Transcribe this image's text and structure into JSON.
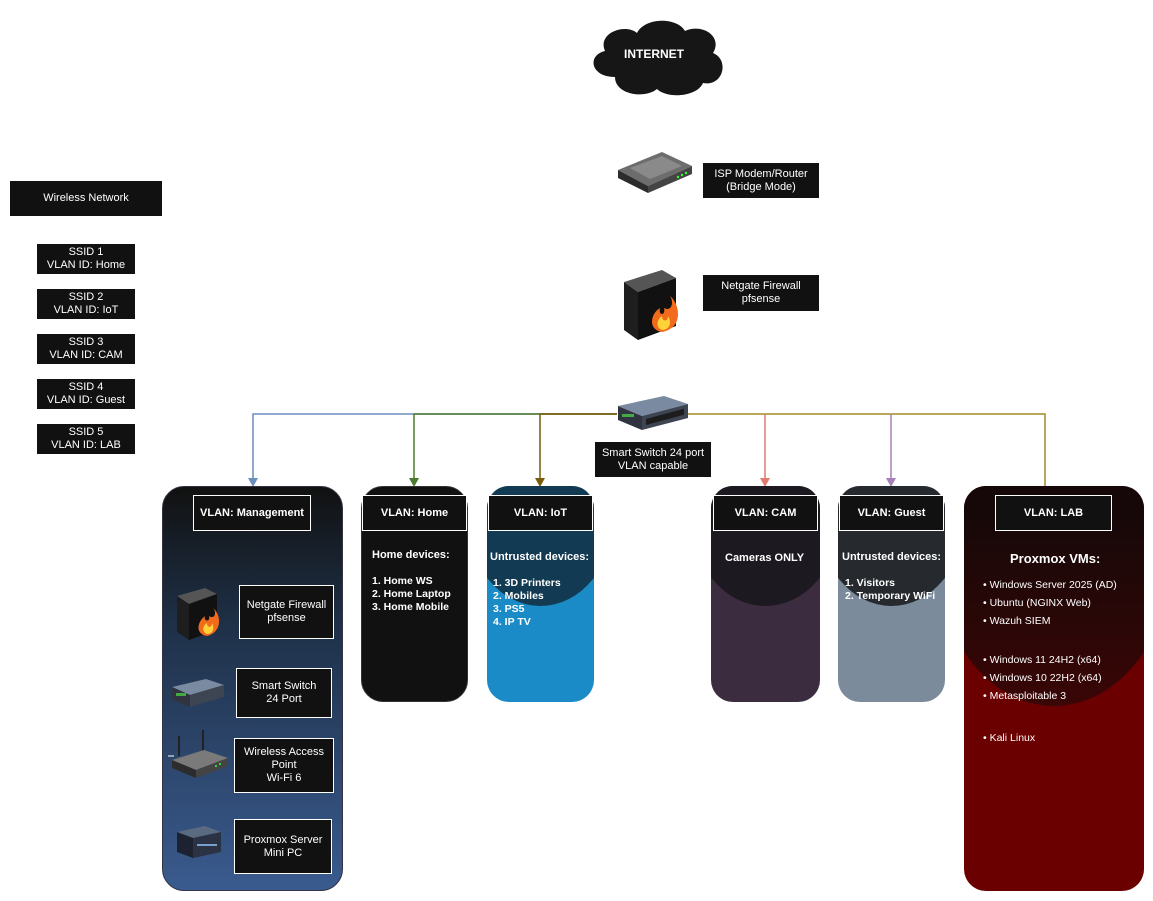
{
  "internet": {
    "label": "INTERNET"
  },
  "modem": {
    "line1": "ISP Modem/Router",
    "line2": "(Bridge Mode)"
  },
  "firewall": {
    "line1": "Netgate Firewall",
    "line2": "pfsense"
  },
  "switch": {
    "line1": "Smart Switch 24 port",
    "line2": "VLAN capable"
  },
  "wireless": {
    "title": "Wireless Network",
    "ssids": [
      {
        "name": "SSID 1",
        "vlan": "VLAN ID: Home"
      },
      {
        "name": "SSID 2",
        "vlan": "VLAN ID: IoT"
      },
      {
        "name": "SSID 3",
        "vlan": "VLAN ID: CAM"
      },
      {
        "name": "SSID 4",
        "vlan": "VLAN ID: Guest"
      },
      {
        "name": "SSID 5",
        "vlan": "VLAN ID: LAB"
      }
    ]
  },
  "vlans": {
    "management": {
      "title": "VLAN: Management",
      "devices": [
        {
          "line1": "Netgate Firewall",
          "line2": "pfsense",
          "line3": ""
        },
        {
          "line1": "Smart Switch",
          "line2": "24 Port",
          "line3": ""
        },
        {
          "line1": "Wireless Access",
          "line2": "Point",
          "line3": "Wi-Fi 6"
        },
        {
          "line1": "Proxmox Server",
          "line2": "Mini PC",
          "line3": ""
        }
      ]
    },
    "home": {
      "title": "VLAN: Home",
      "heading": "Home devices:",
      "items": [
        "1. Home WS",
        "2. Home Laptop",
        "3. Home Mobile"
      ]
    },
    "iot": {
      "title": "VLAN: IoT",
      "heading": "Untrusted devices:",
      "items": [
        "1. 3D Printers",
        "2. Mobiles",
        "3. PS5",
        "4. IP TV"
      ]
    },
    "cam": {
      "title": "VLAN: CAM",
      "heading": "Cameras ONLY"
    },
    "guest": {
      "title": "VLAN: Guest",
      "heading": "Untrusted devices:",
      "items": [
        "1. Visitors",
        "2. Temporary WiFi"
      ]
    },
    "lab": {
      "title": "VLAN: LAB",
      "heading": "Proxmox VMs:",
      "groups": [
        [
          "• Windows Server 2025 (AD)",
          "• Ubuntu (NGINX Web)",
          "• Wazuh SIEM"
        ],
        [
          "• Windows 11 24H2 (x64)",
          "• Windows 10 22H2 (x64)",
          "• Metasploitable 3"
        ],
        [
          "• Kali Linux"
        ]
      ]
    }
  },
  "colors": {
    "management_line": "#6c8ebf",
    "home_line": "#4e7a2d",
    "iot_line": "#7a5a0a",
    "cam_line": "#e07b72",
    "guest_line": "#a680b8",
    "lab_line": "#b08d1a",
    "main_line": "#a08a2a"
  }
}
